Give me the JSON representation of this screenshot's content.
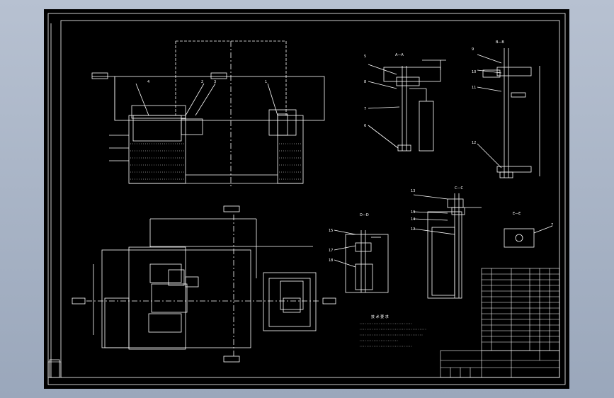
{
  "drawing": {
    "notes_title": "技 术 要 求",
    "sections": {
      "aa": "A—A",
      "bb": "B—B",
      "cc": "C—C",
      "dd": "D—D",
      "ee": "E—E"
    },
    "balloons": {
      "b1": "1",
      "b2": "2",
      "b3": "3",
      "b4": "4",
      "b5": "5",
      "b6": "6",
      "b7": "7",
      "b8": "8",
      "b9": "9",
      "b10": "10",
      "b11": "11",
      "b12": "12",
      "b13": "13",
      "b14": "14",
      "b15": "15",
      "b16": "16",
      "b17": "17",
      "b18": "18",
      "b19": "19"
    }
  },
  "colors": {
    "page_bg": "#a9b4c5",
    "sheet_bg": "#000000",
    "line": "#ffffff"
  }
}
